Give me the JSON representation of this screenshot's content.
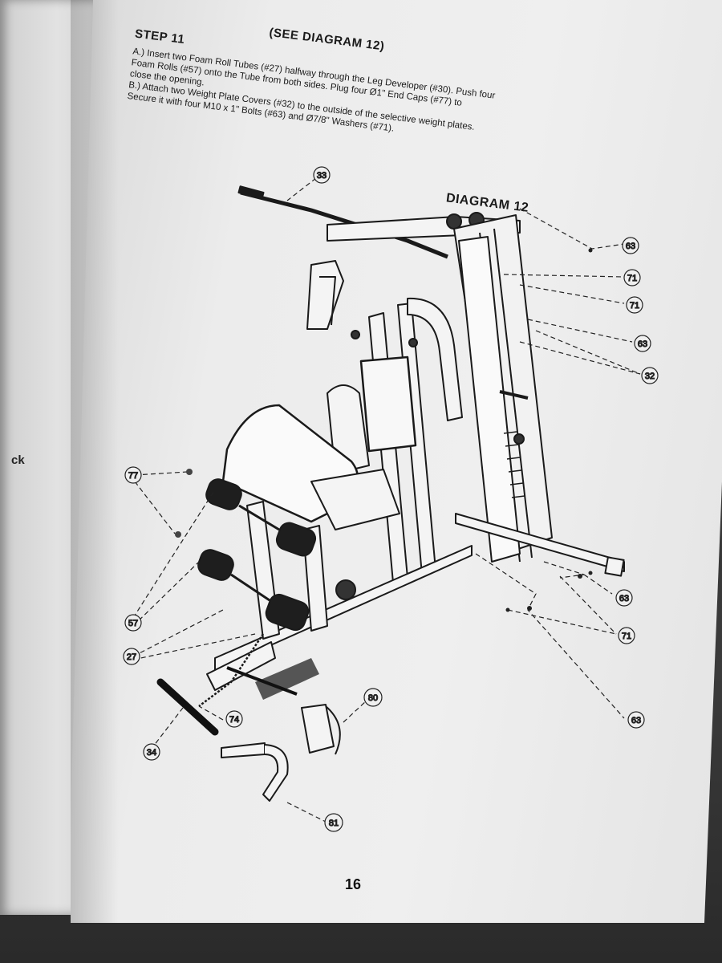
{
  "left_page": {
    "edge_text": "ck"
  },
  "header": {
    "step": "STEP 11",
    "see_diagram": "(SEE DIAGRAM 12)"
  },
  "instructions": {
    "a_lines": [
      "A.) Insert two Foam Roll Tubes (#27) halfway through the Leg Developer (#30).  Push four",
      "Foam Rolls (#57) onto the Tube from both sides.  Plug four Ø1\" End Caps (#77) to",
      "close the opening."
    ],
    "b_lines": [
      "B.) Attach two Weight Plate Covers (#32) to the outside of the selective weight plates.",
      "Secure it with four M10 x 1\" Bolts (#63) and Ø7/8\" Washers (#71)."
    ]
  },
  "diagram": {
    "title": "DIAGRAM 12",
    "callouts": {
      "c33": "33",
      "c63a": "63",
      "c71a": "71",
      "c71b": "71",
      "c63b": "63",
      "c32": "32",
      "c77": "77",
      "c57": "57",
      "c27": "27",
      "c34": "34",
      "c74": "74",
      "c80": "80",
      "c81": "81",
      "c63c": "63",
      "c71c": "71",
      "c63d": "63"
    }
  },
  "footer": {
    "page_number": "16"
  }
}
